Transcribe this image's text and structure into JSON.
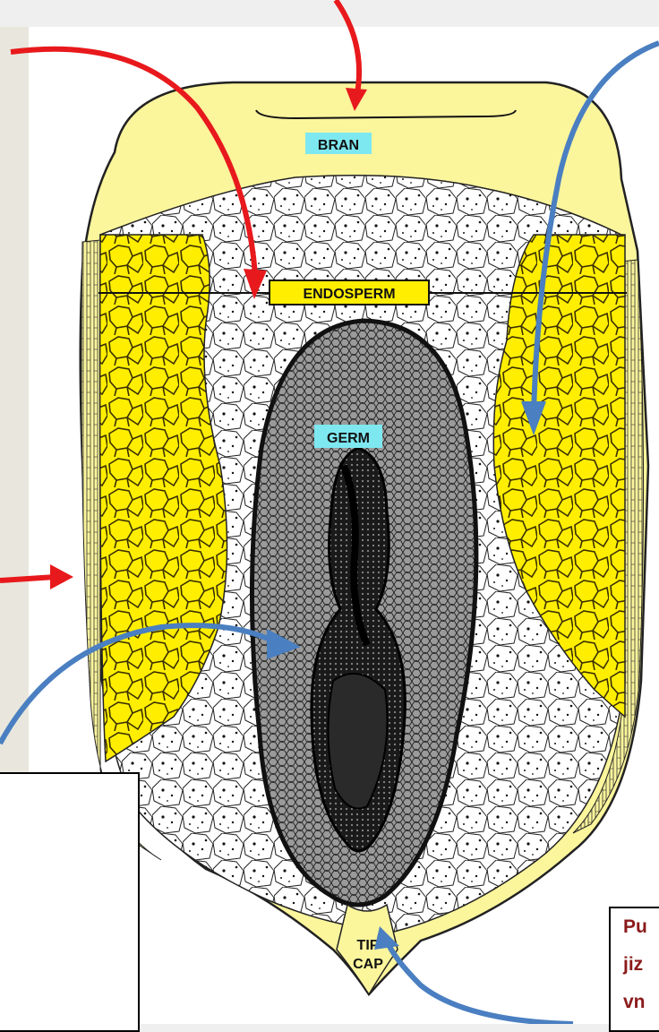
{
  "labels": {
    "bran": "BRAN",
    "endosperm": "ENDOSPERM",
    "germ": "GERM",
    "tip_cap_line1": "TIP",
    "tip_cap_line2": "CAP"
  },
  "note": {
    "line1": "Pu",
    "line2": "jiz",
    "line3": "vn"
  },
  "colors": {
    "background": "#efefef",
    "kernel_yellow": "#fbf59c",
    "starch_yellow": "#ffee00",
    "label_cyan": "#7ee8f0",
    "label_yellow": "#ffee00",
    "arrow_red": "#e8191c",
    "arrow_blue": "#4a7fc1",
    "note_text": "#8b1a1a"
  }
}
